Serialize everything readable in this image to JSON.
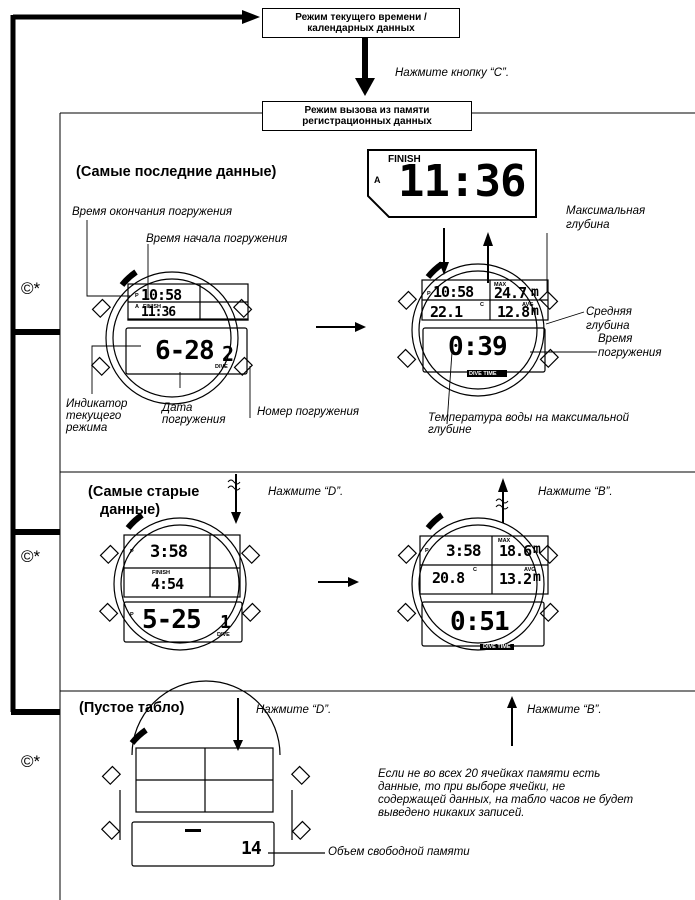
{
  "boxes": {
    "current_time_mode": [
      "Режим текущего времени /",
      "календарных данных"
    ],
    "recall_mode": [
      "Режим вызова из памяти",
      "регистрационных данных"
    ]
  },
  "press_c": "Нажмите кнопку “C”.",
  "sections": {
    "latest": "(Самые последние данные)",
    "oldest_1": "(Самые старые",
    "oldest_2": "данные)",
    "empty": "(Пустое табло)"
  },
  "labels": {
    "dive_end_time": "Время окончания погружения",
    "dive_start_time": "Время начала погружения",
    "max_depth_1": "Максимальная",
    "max_depth_2": "глубина",
    "avg_depth_1": "Средняя",
    "avg_depth_2": "глубина",
    "dive_time_1": "Время",
    "dive_time_2": "погружения",
    "mode_indicator_1": "Индикатор",
    "mode_indicator_2": "текущего",
    "mode_indicator_3": "режима",
    "dive_date_1": "Дата",
    "dive_date_2": "погружения",
    "dive_number": "Номер погружения",
    "water_temp_1": "Температура воды на максимальной",
    "water_temp_2": "глубине",
    "press_d_1": "Нажмите “D”.",
    "press_b_1": "Нажмите “B”.",
    "press_d_2": "Нажмите “D”.",
    "press_b_2": "Нажмите “B”.",
    "free_memory": "Объем свободной памяти",
    "note": [
      "Если не во всех 20 ячейках памяти есть",
      "данные, то при выборе ячейки, не",
      "содержащей данных, на табло часов не будет",
      "выведено никаких записей."
    ]
  },
  "c_star": "©*",
  "enlarged": {
    "finish": "FINISH",
    "a": "A",
    "time": "11:36"
  },
  "watch1": {
    "t1": "10:58",
    "t2": "11:36",
    "date": "6-28",
    "num": "2",
    "finish": "FINISH",
    "dive": "DIVE",
    "a": "A",
    "p": "P"
  },
  "watch2": {
    "t1": "10:58",
    "max": "24.7",
    "temp": "22.1",
    "avg": "12.8",
    "time": "0:39",
    "max_l": "MAX",
    "avg_l": "AVG",
    "unit": "m",
    "deg": "C",
    "dive_time": "DIVE TIME",
    "p": "P"
  },
  "watch3": {
    "t1": "3:58",
    "t2": "4:54",
    "date": "5-25",
    "num": "1",
    "finish": "FINISH",
    "dive": "DIVE",
    "p": "P"
  },
  "watch4": {
    "t1": "3:58",
    "max": "18.6",
    "temp": "20.8",
    "avg": "13.2",
    "time": "0:51",
    "max_l": "MAX",
    "avg_l": "AVG",
    "unit": "m",
    "deg": "C",
    "dive_time": "DIVE TIME",
    "p": "P"
  },
  "watch5": {
    "free": "14"
  }
}
